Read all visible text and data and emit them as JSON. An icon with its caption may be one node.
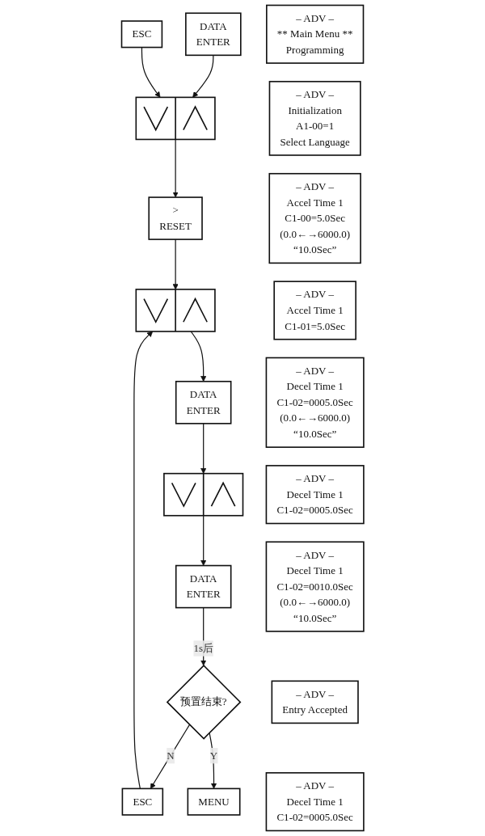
{
  "diagram": {
    "nodes": [
      {
        "text": [
          "DATA",
          "ENTER"
        ]
      },
      {
        "text": [],
        "shape": "box"
      },
      {
        "text": [
          "ESC"
        ]
      },
      {
        "text": [
          ">",
          "RESET"
        ]
      },
      {
        "text": [],
        "shape": "box"
      },
      {
        "text": [
          "DATA",
          "ENTER"
        ]
      },
      {
        "text": [],
        "shape": "box"
      },
      {
        "text": [
          "ESC"
        ]
      },
      {
        "text": [
          "DATA",
          "ENTER"
        ]
      },
      {
        "text": [
          "预置结束?"
        ]
      },
      {
        "text": [
          "MENU"
        ]
      },
      {
        "text": [
          "– ADV –",
          "** Main Menu **",
          "Programming"
        ]
      },
      {
        "text": [
          "– ADV –",
          "Initialization",
          "A1-00=1",
          "Select Language"
        ]
      },
      {
        "text": [
          "– ADV –",
          "Accel Time 1",
          "C1-00=5.0Sec",
          "(0.0←→6000.0)",
          "“10.0Sec”"
        ]
      },
      {
        "text": [
          "– ADV –",
          "Accel Time 1",
          "C1-01=5.0Sec"
        ]
      },
      {
        "text": [
          "– ADV –",
          "Decel Time 1",
          "C1-02=0005.0Sec",
          "(0.0←→6000.0)",
          "“10.0Sec”"
        ]
      },
      {
        "text": [
          "– ADV –",
          "Decel Time 1",
          "C1-02=0005.0Sec"
        ]
      },
      {
        "text": [
          "– ADV –",
          "Decel Time 1",
          "C1-02=0010.0Sec",
          "(0.0←→6000.0)",
          "“10.0Sec”"
        ]
      },
      {
        "text": [
          "– ADV –",
          "Entry Accepted"
        ]
      },
      {
        "text": [
          "– ADV –",
          "Decel Time 1",
          "C1-02=0005.0Sec"
        ]
      }
    ],
    "edges": [
      {
        "from": 0,
        "to": 1,
        "arrow": "to"
      },
      {
        "from": 2,
        "to": 1,
        "arrow": "to"
      },
      {
        "from": 1,
        "to": 3,
        "arrow": "to"
      },
      {
        "from": 3,
        "to": 4,
        "arrow": "to"
      },
      {
        "from": 7,
        "to": 4,
        "arrow": "to"
      },
      {
        "from": 4,
        "to": 5,
        "arrow": "to"
      },
      {
        "from": 5,
        "to": 6,
        "arrow": "to"
      },
      {
        "from": 6,
        "to": 8,
        "arrow": "to"
      },
      {
        "from": 8,
        "to": 9,
        "label": "1s后",
        "arrow": "to"
      },
      {
        "from": 9,
        "to": 7,
        "label": "N",
        "arrow": "to"
      },
      {
        "from": 9,
        "to": 10,
        "label": "Y",
        "arrow": "to"
      }
    ]
  }
}
